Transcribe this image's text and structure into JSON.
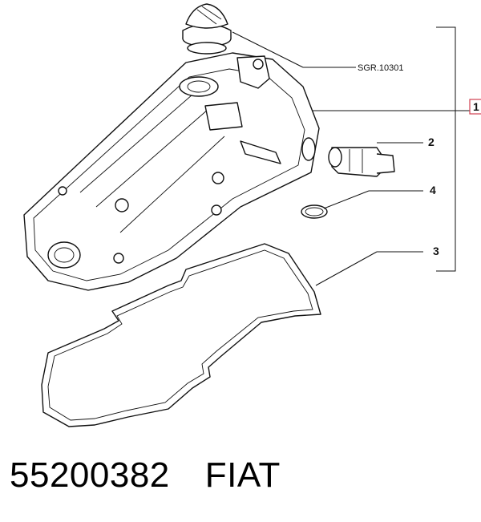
{
  "diagram": {
    "callouts": {
      "cap_ref": "SGR.10301",
      "c1": "1",
      "c2": "2",
      "c3": "3",
      "c4": "4"
    },
    "colors": {
      "ink": "#111111",
      "callout_highlight": "#d04050"
    }
  },
  "footer": {
    "part_number": "55200382",
    "brand": "FIAT"
  }
}
